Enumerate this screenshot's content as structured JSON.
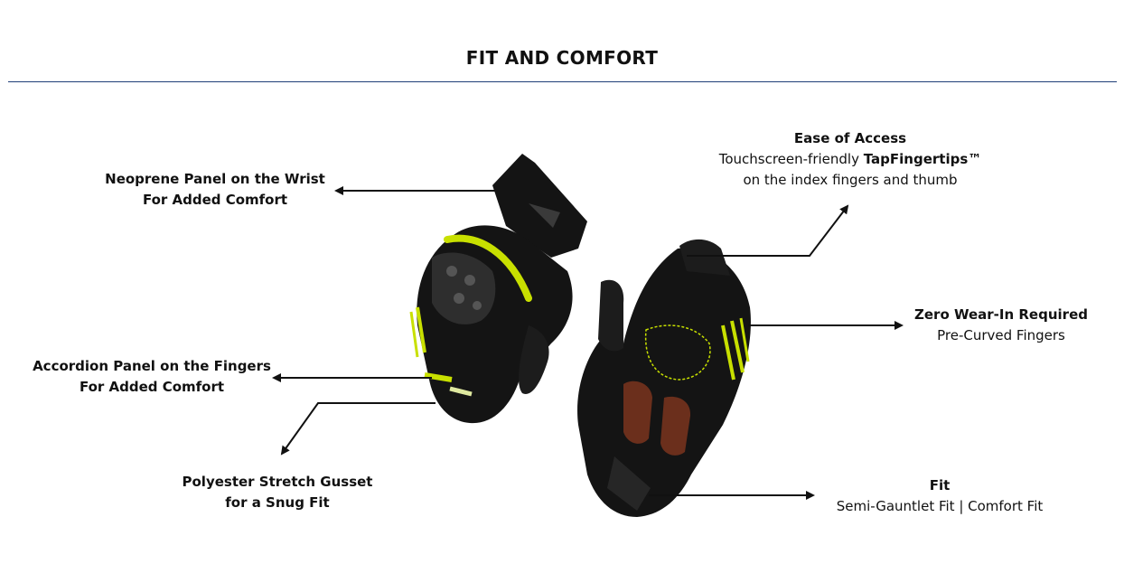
{
  "header": {
    "title": "FIT AND COMFORT"
  },
  "features": {
    "neoprene": {
      "title": "Neoprene Panel on the Wrist",
      "subtitle": "For Added Comfort"
    },
    "accordion": {
      "title": "Accordion Panel on the Fingers",
      "subtitle": "For Added Comfort"
    },
    "polyester": {
      "title": "Polyester Stretch Gusset",
      "subtitle": "for a Snug Fit"
    },
    "ease": {
      "title": "Ease of Access",
      "line1_prefix": "Touchscreen-friendly ",
      "line1_brand": "TapFingertips™",
      "line2": "on the index fingers and thumb"
    },
    "zero": {
      "title": "Zero Wear-In Required",
      "subtitle": "Pre-Curved Fingers"
    },
    "fit": {
      "title": "Fit",
      "subtitle": "Semi-Gauntlet Fit | Comfort Fit"
    }
  },
  "colors": {
    "accent_rule": "#1f3f78",
    "glove_black": "#141414",
    "glove_hiviz": "#c8e000",
    "glove_brown": "#6b2f1c"
  },
  "icons": [
    "glove-back-image",
    "glove-palm-image",
    "arrow-icon"
  ]
}
